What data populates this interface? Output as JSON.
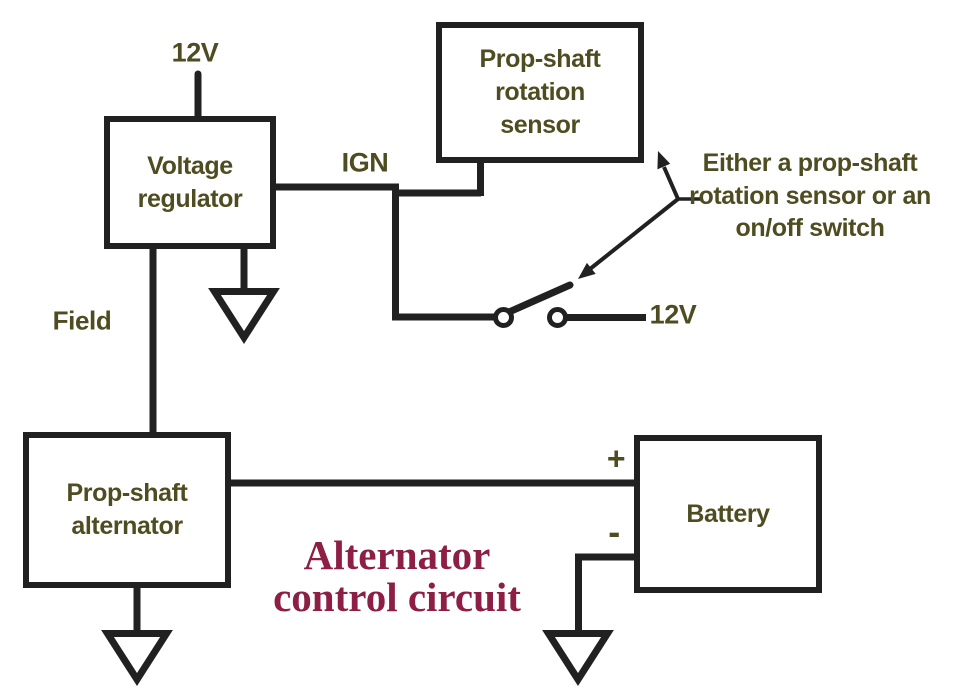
{
  "diagram_title": {
    "lines": [
      "Alternator",
      "control circuit"
    ]
  },
  "blocks": {
    "voltage_regulator": {
      "lines": [
        "Voltage",
        "regulator"
      ]
    },
    "rotation_sensor": {
      "lines": [
        "Prop-shaft",
        "rotation",
        "sensor"
      ]
    },
    "alternator": {
      "lines": [
        "Prop-shaft",
        "alternator"
      ]
    },
    "battery": {
      "label": "Battery"
    }
  },
  "wire_labels": {
    "supply_top": "12V",
    "ign": "IGN",
    "field": "Field",
    "switch_supply": "12V",
    "battery_positive": "+",
    "battery_negative": "-"
  },
  "annotation": {
    "lines": [
      "Either a prop-shaft",
      "rotation sensor or an",
      "on/off switch"
    ]
  },
  "colors": {
    "line": "#212121",
    "label_text": "#4e4c20",
    "title_text": "#8d1e44",
    "background": "#ffffff"
  }
}
